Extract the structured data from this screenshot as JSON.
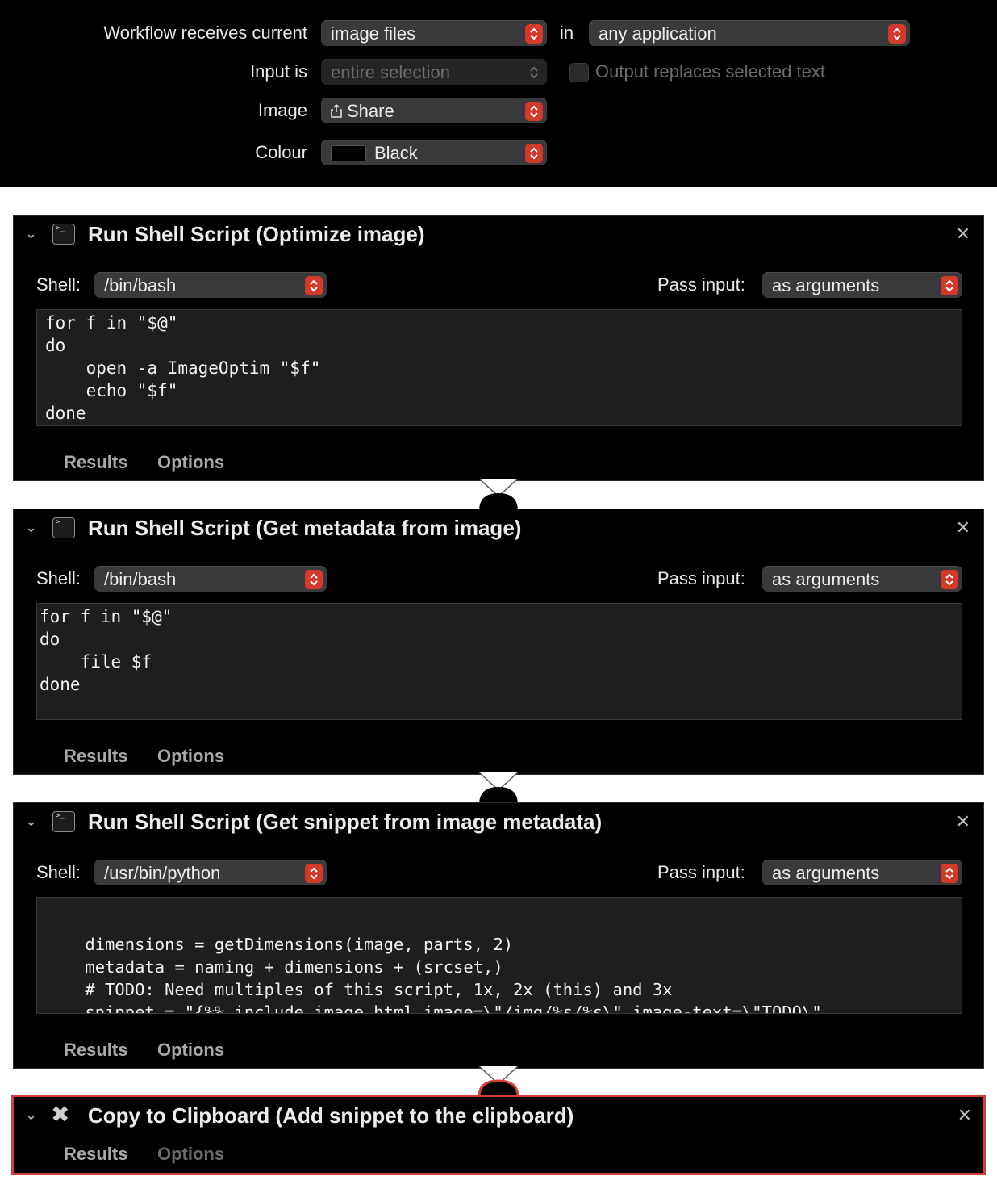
{
  "header": {
    "receives_label": "Workflow receives current",
    "receives_value": "image files",
    "in_label": "in",
    "app_value": "any application",
    "input_is_label": "Input is",
    "input_is_value": "entire selection",
    "output_replaces_label": "Output replaces selected text",
    "image_label": "Image",
    "image_value": "Share",
    "image_value_icon": "share-icon",
    "colour_label": "Colour",
    "colour_value": "Black",
    "colour_swatch": "#000000"
  },
  "actions": [
    {
      "title": "Run Shell Script (Optimize image)",
      "shell_label": "Shell:",
      "shell_value": "/bin/bash",
      "pass_label": "Pass input:",
      "pass_value": "as arguments",
      "code": "for f in \"$@\"\ndo\n    open -a ImageOptim \"$f\"\n    echo \"$f\"\ndone",
      "results": "Results",
      "options": "Options"
    },
    {
      "title": "Run Shell Script (Get metadata from image)",
      "shell_label": "Shell:",
      "shell_value": "/bin/bash",
      "pass_label": "Pass input:",
      "pass_value": "as arguments",
      "code": "for f in \"$@\"\ndo\n    file $f\ndone",
      "results": "Results",
      "options": "Options"
    },
    {
      "title": "Run Shell Script (Get snippet from image metadata)",
      "shell_label": "Shell:",
      "shell_value": "/usr/bin/python",
      "pass_label": "Pass input:",
      "pass_value": "as arguments",
      "code": "    dimensions = getDimensions(image, parts, 2)\n    metadata = naming + dimensions + (srcset,)\n    # TODO: Need multiples of this script, 1x, 2x (this) and 3x\n    snippet = \"{%% include image.html image=\\\"/img/%s/%s\\\" image-text=\\\"TODO\\\"\nwidth=\\\"%s\\\" height=\\\"%s\\\" srcset=\\\"%s\\\" %%}\" % (metadata)\n    print snippet",
      "results": "Results",
      "options": "Options"
    },
    {
      "title": "Copy to Clipboard (Add snippet to the clipboard)",
      "results": "Results",
      "options": "Options"
    }
  ],
  "colors": {
    "accent_red": "#d23a2c",
    "selected_border": "#d0403a",
    "panel_bg": "#000000",
    "popup_bg": "#3a3a3c"
  }
}
